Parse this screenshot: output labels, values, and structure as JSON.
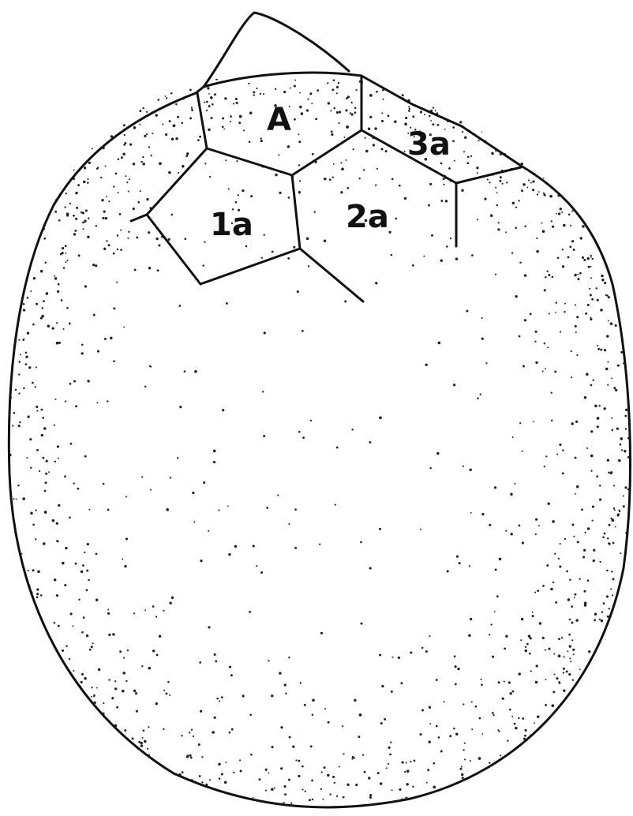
{
  "diagram": {
    "plates": [
      {
        "id": "apical-plate",
        "label": "A"
      },
      {
        "id": "plate-1a",
        "label": "1a"
      },
      {
        "id": "plate-2a",
        "label": "2a"
      },
      {
        "id": "plate-3a",
        "label": "3a"
      }
    ],
    "colors": {
      "line": "#111111",
      "stipple": "#222222",
      "background": "#ffffff"
    }
  }
}
